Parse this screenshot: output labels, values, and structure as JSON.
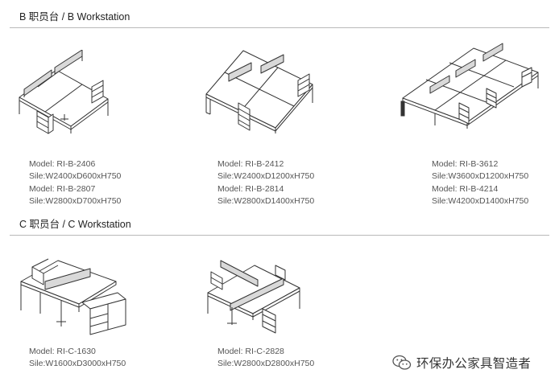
{
  "sections": [
    {
      "title": "B 职员台 / B Workstation",
      "products": [
        {
          "illustration": "workstation-b-two-seat-icon",
          "specs": [
            "Model: RI-B-2406",
            "Sile:W2400xD600xH750",
            "Model: RI-B-2807",
            "Sile:W2800xD700xH750"
          ]
        },
        {
          "illustration": "workstation-b-four-seat-icon",
          "specs": [
            "Model: RI-B-2412",
            "Sile:W2400xD1200xH750",
            "Model: RI-B-2814",
            "Sile:W2800xD1400xH750"
          ]
        },
        {
          "illustration": "workstation-b-six-seat-icon",
          "specs": [
            "Model: RI-B-3612",
            "Sile:W3600xD1200xH750",
            "Model: RI-B-4214",
            "Sile:W4200xD1400xH750"
          ]
        }
      ]
    },
    {
      "title": "C 职员台 / C Workstation",
      "products": [
        {
          "illustration": "workstation-c-l-shaped-icon",
          "specs": [
            "Model: RI-C-1630",
            "Sile:W1600xD3000xH750"
          ]
        },
        {
          "illustration": "workstation-c-cross-four-seat-icon",
          "specs": [
            "Model: RI-C-2828",
            "Sile:W2800xD2800xH750"
          ]
        }
      ]
    }
  ],
  "watermark": {
    "icon": "wechat-icon",
    "text": "环保办公家具智造者"
  }
}
